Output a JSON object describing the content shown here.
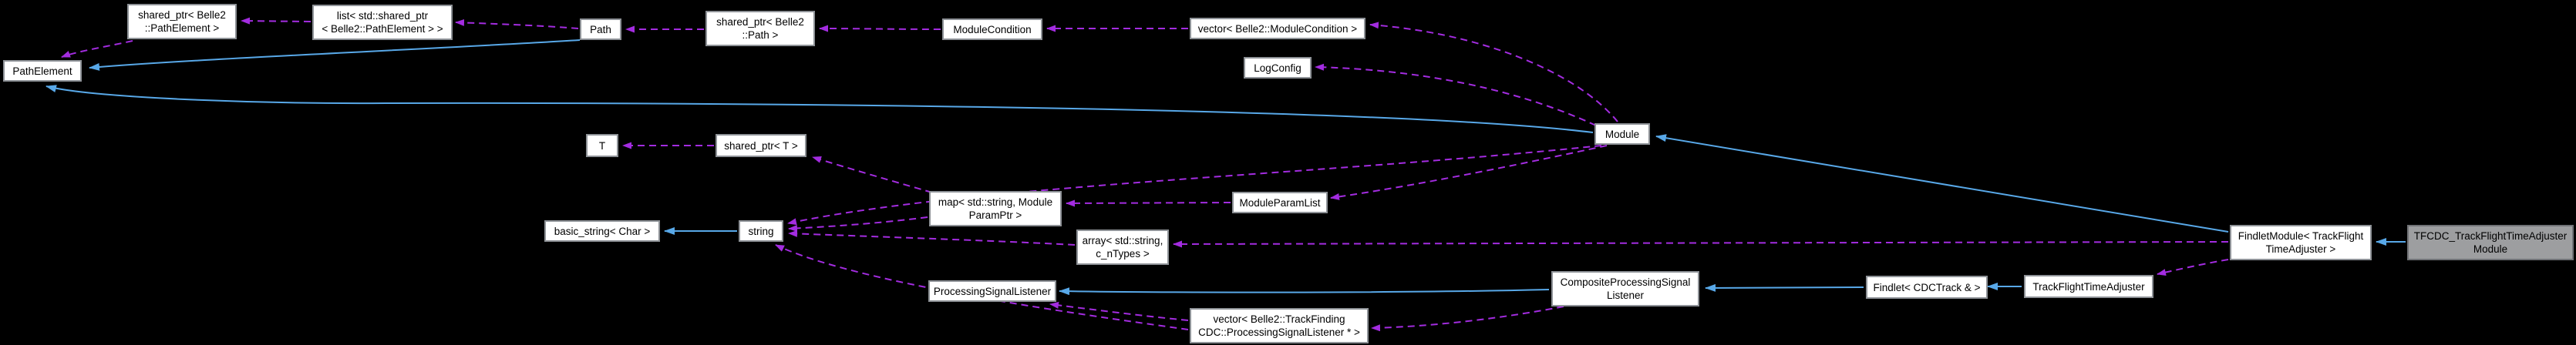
{
  "diagram": {
    "title": "Collaboration graph for TFCDC_TrackFlightTimeAdjusterModule",
    "background_color": "#000000",
    "node_fill": "#ffffff",
    "node_border": "#8e9297",
    "highlight_node_fill": "#9d9ea0",
    "highlight_node_border": "#707276",
    "inheritance_arrow_color": "#58a8e8",
    "usage_arrow_color": "#a32ce0",
    "text_color": "#000000"
  },
  "nodes": {
    "pathelement": {
      "line1": "PathElement"
    },
    "sptr_pathelement": {
      "line1": "shared_ptr< Belle2",
      "line2": "::PathElement >"
    },
    "list_sptr_pe": {
      "line1": "list< std::shared_ptr",
      "line2": "< Belle2::PathElement > >"
    },
    "path": {
      "line1": "Path"
    },
    "sptr_path": {
      "line1": "shared_ptr< Belle2",
      "line2": "::Path >"
    },
    "modulecondition": {
      "line1": "ModuleCondition"
    },
    "vector_mc": {
      "line1": "vector< Belle2::ModuleCondition >"
    },
    "logconfig": {
      "line1": "LogConfig"
    },
    "module": {
      "line1": "Module"
    },
    "t_param": {
      "line1": "T"
    },
    "sptr_t": {
      "line1": "shared_ptr< T >"
    },
    "map_params": {
      "line1": "map< std::string, Module",
      "line2": "ParamPtr >"
    },
    "moduleparamlist": {
      "line1": "ModuleParamList"
    },
    "basic_string": {
      "line1": "basic_string< Char >"
    },
    "string": {
      "line1": "string"
    },
    "array_types": {
      "line1": "array< std::string,",
      "line2": "c_nTypes >"
    },
    "psl": {
      "line1": "ProcessingSignalListener"
    },
    "vector_psl": {
      "line1": "vector< Belle2::TrackFinding",
      "line2": "CDC::ProcessingSignalListener * >"
    },
    "composite_psl": {
      "line1": "CompositeProcessingSignal",
      "line2": "Listener"
    },
    "findlet": {
      "line1": "Findlet< CDCTrack & >"
    },
    "tfta": {
      "line1": "TrackFlightTimeAdjuster"
    },
    "findletmodule": {
      "line1": "FindletModule< TrackFlight",
      "line2": "TimeAdjuster >"
    },
    "tfcdc_module": {
      "line1": "TFCDC_TrackFlightTimeAdjuster",
      "line2": "Module"
    }
  },
  "edges": {
    "inheritance": [
      {
        "from": "Path",
        "to": "PathElement"
      },
      {
        "from": "Module",
        "to": "PathElement"
      },
      {
        "from": "string",
        "to": "basic_string< Char >"
      },
      {
        "from": "FindletModule< TrackFlightTimeAdjuster >",
        "to": "Module"
      },
      {
        "from": "TFCDC_TrackFlightTimeAdjusterModule",
        "to": "FindletModule< TrackFlightTimeAdjuster >"
      },
      {
        "from": "TrackFlightTimeAdjuster",
        "to": "Findlet< CDCTrack & >"
      },
      {
        "from": "Findlet< CDCTrack & >",
        "to": "CompositeProcessingSignalListener"
      },
      {
        "from": "CompositeProcessingSignalListener",
        "to": "ProcessingSignalListener"
      }
    ],
    "usage": [
      {
        "from": "list< std::shared_ptr< Belle2::PathElement > >",
        "to": "shared_ptr< Belle2::PathElement >"
      },
      {
        "from": "shared_ptr< Belle2::PathElement >",
        "to": "PathElement"
      },
      {
        "from": "Path",
        "to": "list< std::shared_ptr< Belle2::PathElement > >"
      },
      {
        "from": "shared_ptr< Belle2::Path >",
        "to": "Path"
      },
      {
        "from": "ModuleCondition",
        "to": "shared_ptr< Belle2::Path >"
      },
      {
        "from": "vector< Belle2::ModuleCondition >",
        "to": "ModuleCondition"
      },
      {
        "from": "Module",
        "to": "vector< Belle2::ModuleCondition >"
      },
      {
        "from": "Module",
        "to": "LogConfig"
      },
      {
        "from": "Module",
        "to": "ModuleParamList"
      },
      {
        "from": "Module",
        "to": "string"
      },
      {
        "from": "ModuleParamList",
        "to": "map< std::string, ModuleParamPtr >"
      },
      {
        "from": "map< std::string, ModuleParamPtr >",
        "to": "shared_ptr< T >"
      },
      {
        "from": "map< std::string, ModuleParamPtr >",
        "to": "string"
      },
      {
        "from": "shared_ptr< T >",
        "to": "T"
      },
      {
        "from": "array< std::string, c_nTypes >",
        "to": "string"
      },
      {
        "from": "vector< Belle2::TrackFindingCDC::ProcessingSignalListener * >",
        "to": "string"
      },
      {
        "from": "vector< Belle2::TrackFindingCDC::ProcessingSignalListener * >",
        "to": "ProcessingSignalListener"
      },
      {
        "from": "CompositeProcessingSignalListener",
        "to": "vector< Belle2::TrackFindingCDC::ProcessingSignalListener * >"
      },
      {
        "from": "FindletModule< TrackFlightTimeAdjuster >",
        "to": "array< std::string, c_nTypes >"
      },
      {
        "from": "FindletModule< TrackFlightTimeAdjuster >",
        "to": "TrackFlightTimeAdjuster"
      }
    ]
  }
}
